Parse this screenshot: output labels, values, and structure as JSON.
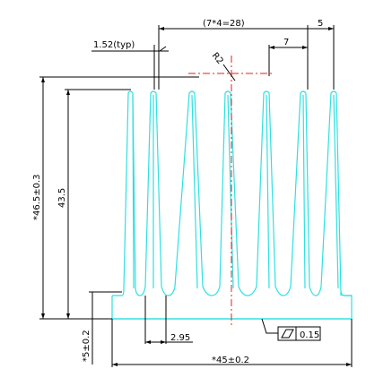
{
  "drawing": {
    "dims": {
      "pitch_span": "(7*4=28)",
      "right_gap": "5",
      "fin_pitch": "7",
      "fin_thickness": "1.52(typ)",
      "radius": "R2",
      "overall_height": "*46.5±0.3",
      "fin_height": "43.5",
      "base_thickness": "*5±0.2",
      "root_gap": "2.95",
      "overall_width": "*45±0.2"
    },
    "flatness": {
      "symbol": "flatness-parallelogram",
      "tolerance": "0.15"
    },
    "colors": {
      "profile": "#2fe0e0",
      "centerline": "#e02020",
      "dimension": "#000000"
    }
  }
}
